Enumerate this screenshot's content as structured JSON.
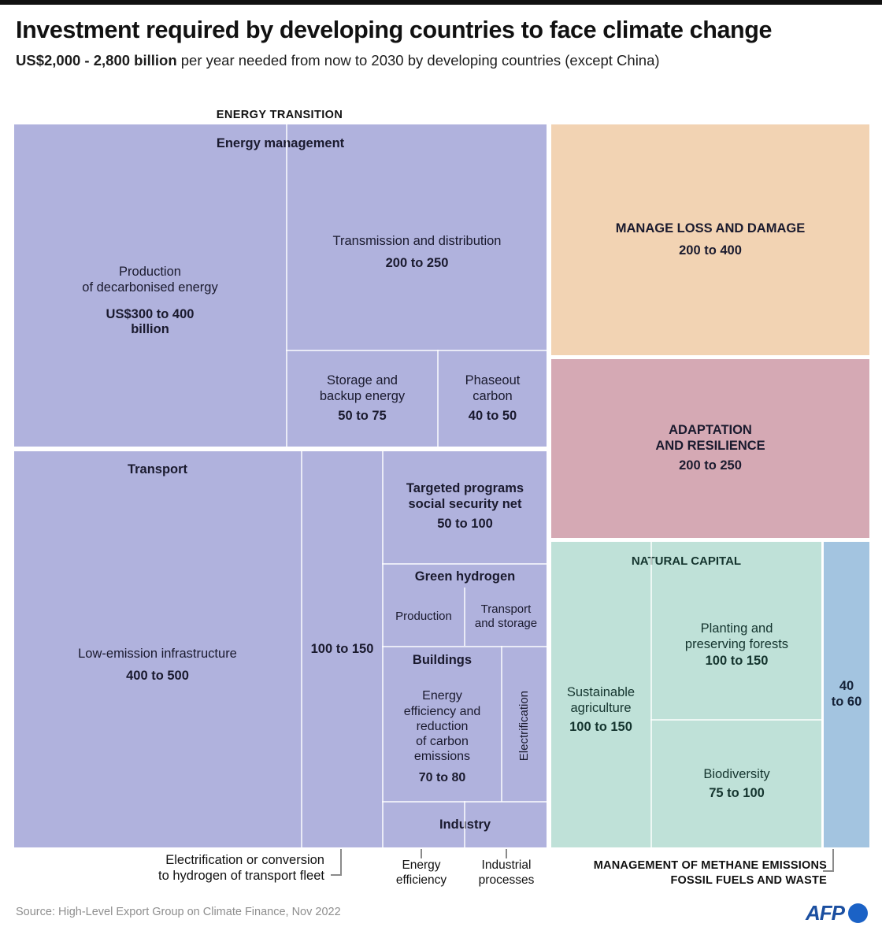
{
  "header": {
    "title": "Investment required by developing countries to face climate change",
    "subtitle_bold": "US$2,000 - 2,800 billion",
    "subtitle_rest": " per year needed from now to 2030 by developing countries (except China)"
  },
  "category_labels": {
    "energy_transition": "ENERGY TRANSITION"
  },
  "colors": {
    "energy_transition": "#b0b2dd",
    "loss_and_damage": "#f2d3b3",
    "adaptation": "#d5a9b4",
    "natural_capital": "#bfe1d8",
    "methane": "#a3c4e0",
    "afp_blue": "#1b62c6"
  },
  "chart_data": {
    "type": "treemap",
    "title": "Investment required by developing countries to face climate change",
    "subtitle": "US$2,000 - 2,800 billion per year needed from now to 2030 by developing countries (except China)",
    "unit": "US$ billion per year",
    "total_range": [
      2000,
      2800
    ],
    "groups": [
      {
        "name": "ENERGY TRANSITION",
        "color": "#b0b2dd",
        "nodes": [
          {
            "name": "Energy management",
            "role": "heading"
          },
          {
            "name": "Production of decarbonised energy",
            "value_label": "US$300 to 400 billion",
            "range": [
              300,
              400
            ]
          },
          {
            "name": "Transmission and distribution",
            "value_label": "200 to 250",
            "range": [
              200,
              250
            ]
          },
          {
            "name": "Storage and backup energy",
            "value_label": "50 to 75",
            "range": [
              50,
              75
            ]
          },
          {
            "name": "Phaseout carbon",
            "value_label": "40 to 50",
            "range": [
              40,
              50
            ]
          },
          {
            "name": "Transport",
            "role": "heading"
          },
          {
            "name": "Low-emission infrastructure",
            "value_label": "400 to 500",
            "range": [
              400,
              500
            ]
          },
          {
            "name": "Electrification or conversion to hydrogen of transport fleet",
            "value_label": "100 to 150",
            "range": [
              100,
              150
            ]
          },
          {
            "name": "Targeted programs social security net",
            "value_label": "50 to 100",
            "range": [
              50,
              100
            ]
          },
          {
            "name": "Green hydrogen",
            "role": "heading"
          },
          {
            "name": "Production"
          },
          {
            "name": "Transport and storage"
          },
          {
            "name": "Buildings",
            "role": "heading"
          },
          {
            "name": "Energy efficiency and reduction of carbon emissions",
            "value_label": "70 to 80",
            "range": [
              70,
              80
            ]
          },
          {
            "name": "Electrification"
          },
          {
            "name": "Industry",
            "role": "heading"
          },
          {
            "name": "Energy efficiency"
          },
          {
            "name": "Industrial processes"
          }
        ]
      },
      {
        "name": "MANAGE LOSS AND DAMAGE",
        "color": "#f2d3b3",
        "value_label": "200 to 400",
        "range": [
          200,
          400
        ]
      },
      {
        "name": "ADAPTATION AND RESILIENCE",
        "color": "#d5a9b4",
        "value_label": "200 to 250",
        "range": [
          200,
          250
        ]
      },
      {
        "name": "NATURAL CAPITAL",
        "color": "#bfe1d8",
        "nodes": [
          {
            "name": "Sustainable agriculture",
            "value_label": "100 to 150",
            "range": [
              100,
              150
            ]
          },
          {
            "name": "Planting and preserving forests",
            "value_label": "100 to 150",
            "range": [
              100,
              150
            ]
          },
          {
            "name": "Biodiversity",
            "value_label": "75 to 100",
            "range": [
              75,
              100
            ]
          }
        ]
      },
      {
        "name": "MANAGEMENT OF METHANE EMISSIONS FOSSIL FUELS AND WASTE",
        "color": "#a3c4e0",
        "value_label": "40 to 60",
        "range": [
          40,
          60
        ]
      }
    ]
  },
  "cells": {
    "energy_management": {
      "heading": "Energy management"
    },
    "production_decarbonised": {
      "name_l1": "Production",
      "name_l2": "of decarbonised energy",
      "value_l1": "US$300 to 400",
      "value_l2": "billion"
    },
    "transmission": {
      "name": "Transmission and distribution",
      "value": "200 to 250"
    },
    "storage": {
      "name_l1": "Storage and",
      "name_l2": "backup energy",
      "value": "50 to 75"
    },
    "phaseout": {
      "name_l1": "Phaseout",
      "name_l2": "carbon",
      "value": "40 to 50"
    },
    "transport": {
      "heading": "Transport"
    },
    "low_emission": {
      "name": "Low-emission infrastructure",
      "value": "400 to 500"
    },
    "transport_fleet": {
      "value": "100 to 150"
    },
    "targeted_programs": {
      "name_l1": "Targeted programs",
      "name_l2": "social security net",
      "value": "50 to 100"
    },
    "green_hydrogen": {
      "heading": "Green hydrogen"
    },
    "gh_production": {
      "name": "Production"
    },
    "gh_transport_storage": {
      "name_l1": "Transport",
      "name_l2": "and storage"
    },
    "buildings": {
      "heading": "Buildings"
    },
    "buildings_energy": {
      "name_l1": "Energy",
      "name_l2": "efficiency and",
      "name_l3": "reduction",
      "name_l4": "of carbon",
      "name_l5": "emissions",
      "value": "70 to 80"
    },
    "electrification": {
      "name": "Electrification"
    },
    "industry": {
      "heading": "Industry"
    },
    "loss_damage": {
      "name": "MANAGE LOSS AND DAMAGE",
      "value": "200 to 400"
    },
    "adaptation": {
      "name_l1": "ADAPTATION",
      "name_l2": "AND RESILIENCE",
      "value": "200 to 250"
    },
    "natural_capital": {
      "heading": "NATURAL CAPITAL"
    },
    "sustainable_agriculture": {
      "name_l1": "Sustainable",
      "name_l2": "agriculture",
      "value": "100 to 150"
    },
    "forests": {
      "name_l1": "Planting and",
      "name_l2": "preserving forests",
      "value": "100 to 150"
    },
    "biodiversity": {
      "name": "Biodiversity",
      "value": "75 to 100"
    },
    "methane": {
      "value_l1": "40",
      "value_l2": "to 60"
    }
  },
  "callouts": {
    "transport_fleet": {
      "line1": "Electrification or conversion",
      "line2": "to hydrogen of transport fleet"
    },
    "energy_efficiency": {
      "line1": "Energy",
      "line2": "efficiency"
    },
    "industrial_processes": {
      "line1": "Industrial",
      "line2": "processes"
    },
    "methane": {
      "line1": "MANAGEMENT OF METHANE EMISSIONS",
      "line2": "FOSSIL FUELS  AND WASTE"
    }
  },
  "footer": {
    "source": "Source: High-Level Export Group on Climate Finance, Nov 2022",
    "logo_text": "AFP"
  }
}
